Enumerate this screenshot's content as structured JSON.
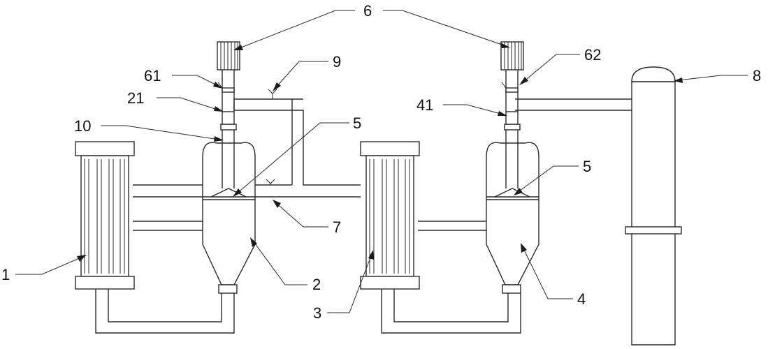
{
  "labels": {
    "l1": "1",
    "l2": "2",
    "l3": "3",
    "l4": "4",
    "l5a": "5",
    "l5b": "5",
    "l6": "6",
    "l61": "61",
    "l62": "62",
    "l7": "7",
    "l8": "8",
    "l9": "9",
    "l10": "10",
    "l21": "21",
    "l41": "41"
  }
}
